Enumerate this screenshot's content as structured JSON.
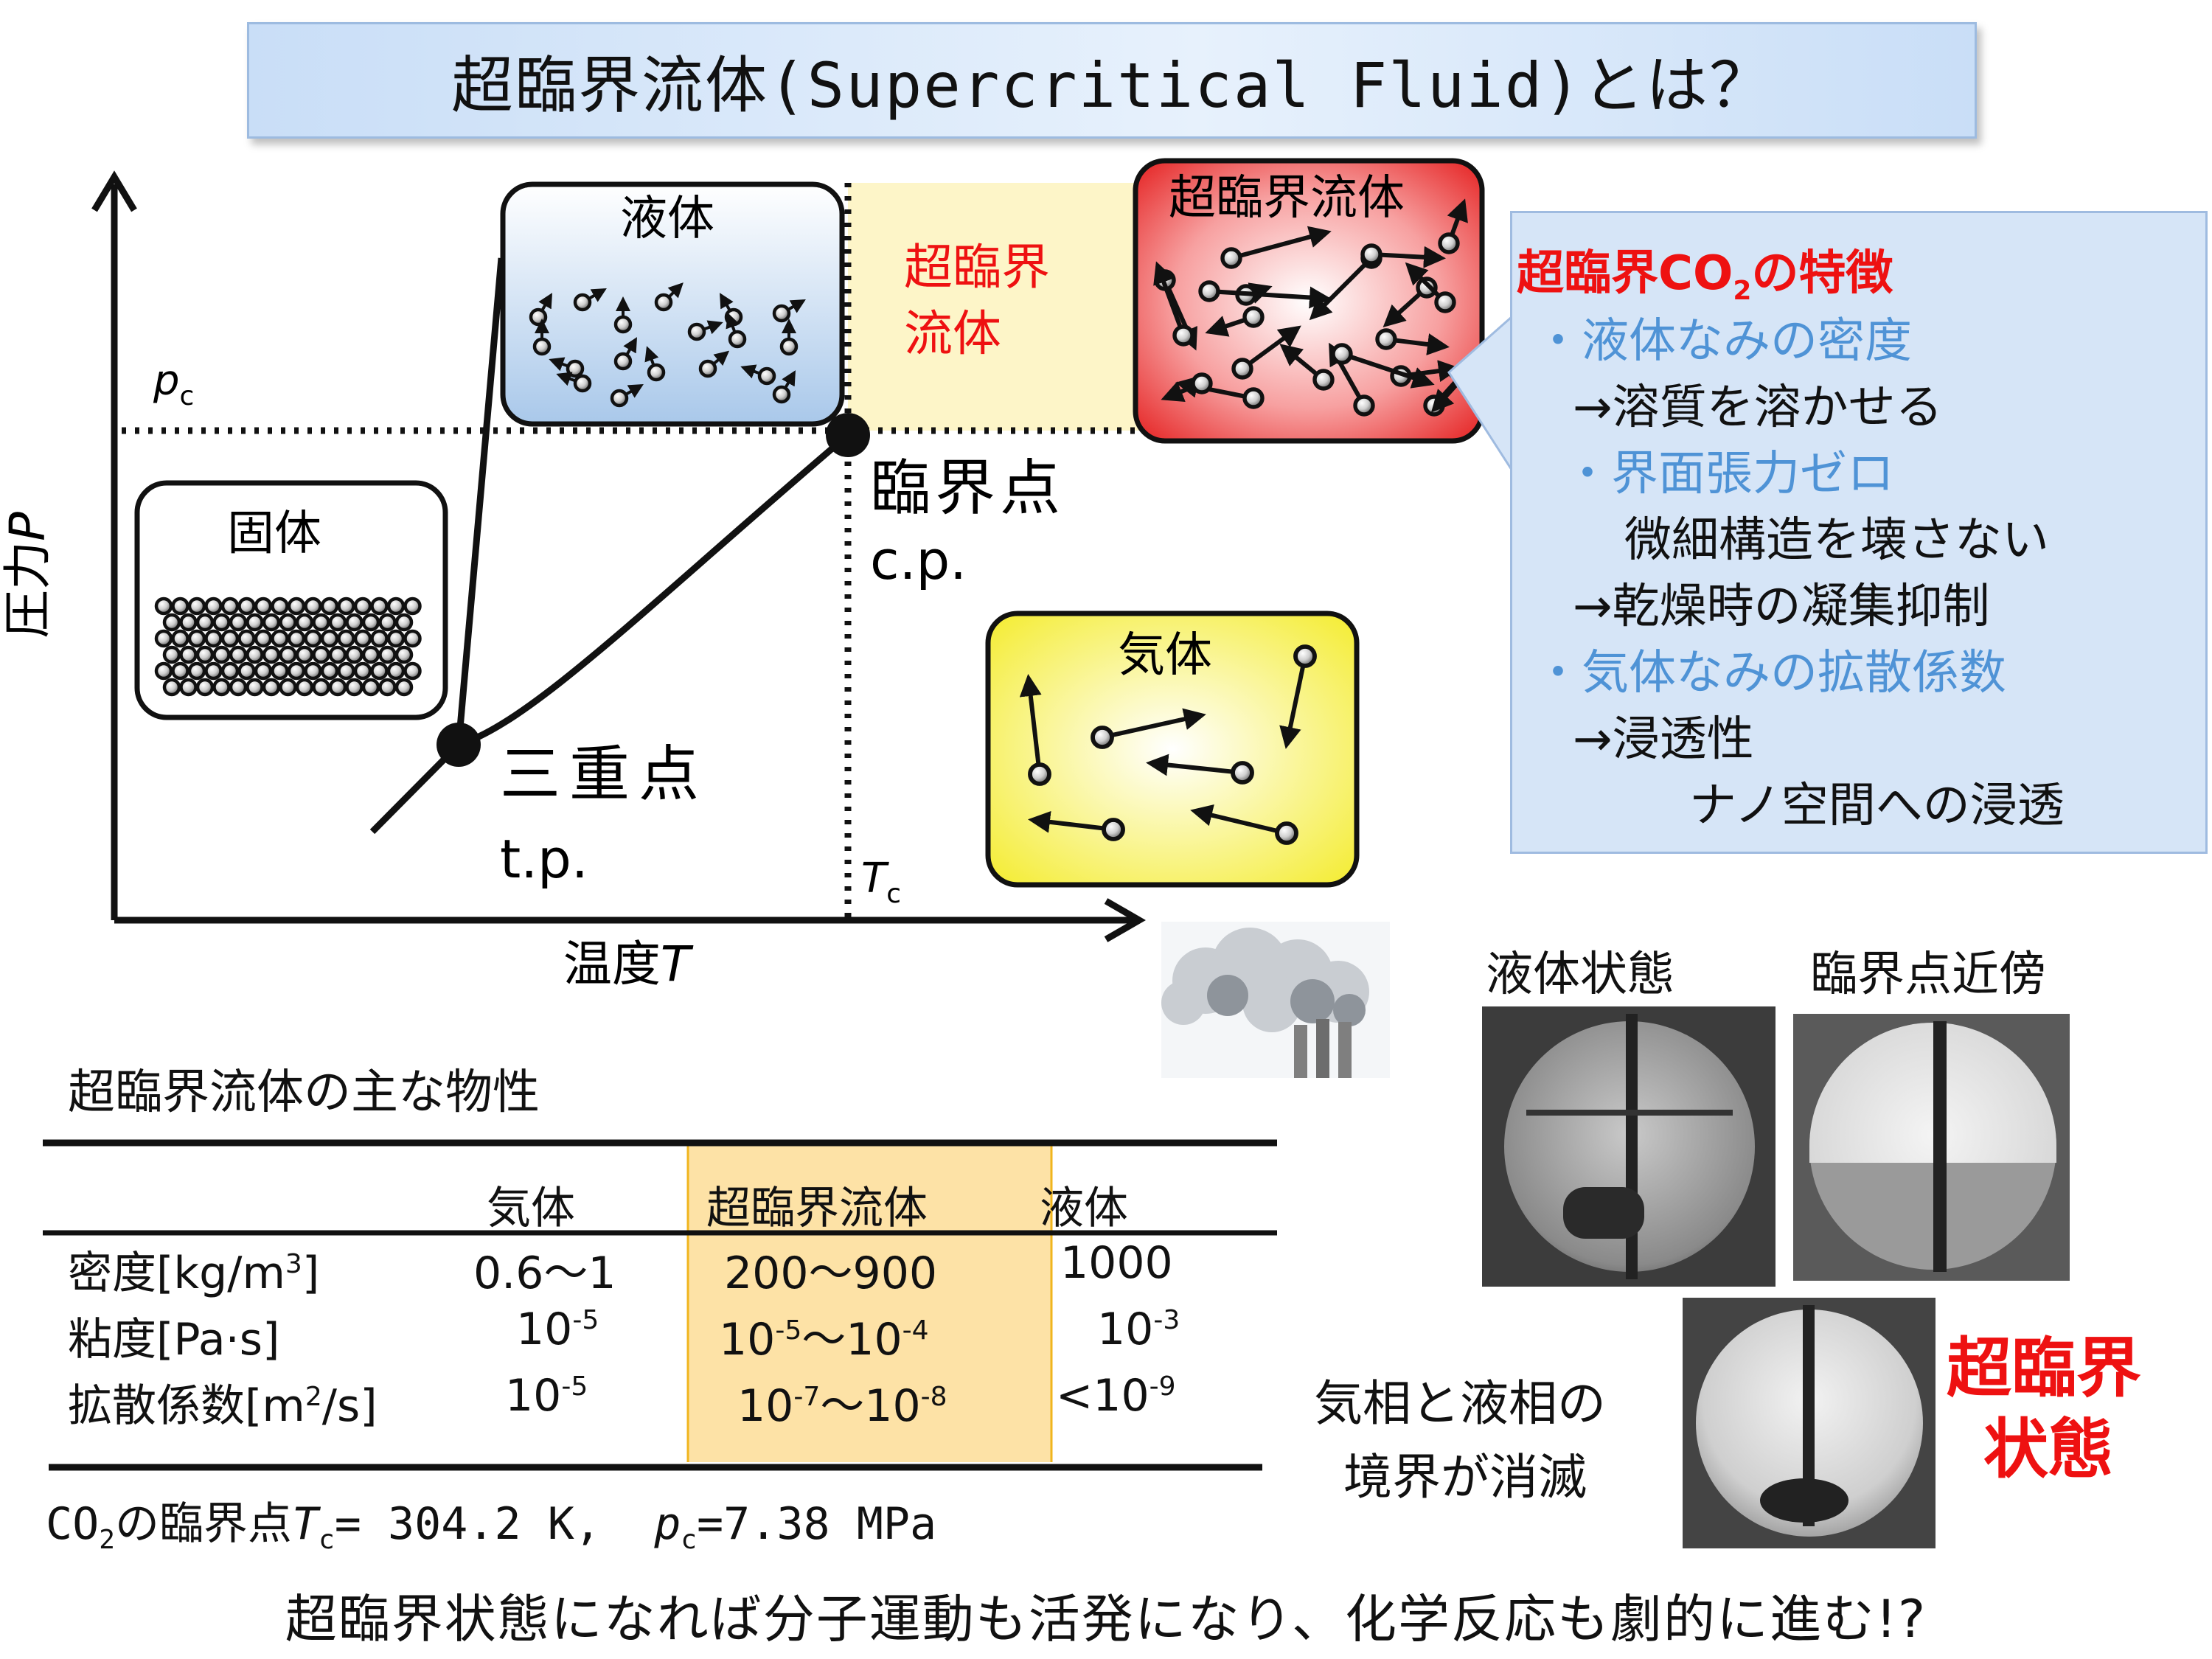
{
  "title": "超臨界流体(Supercritical Fluid)とは？",
  "phase_diagram": {
    "y_axis_label": "圧力",
    "y_axis_var": "P",
    "x_axis_label": "温度",
    "x_axis_var": "T",
    "pc_label": "p",
    "pc_sub": "c",
    "tc_label": "T",
    "tc_sub": "c",
    "solid_label": "固体",
    "liquid_label": "液体",
    "gas_label": "気体",
    "scf_box_label": "超臨界流体",
    "scf_region_label_1": "超臨界",
    "scf_region_label_2": "流体",
    "critical_point_label": "臨界点",
    "critical_point_abbr": "c.p.",
    "triple_point_label": "三重点",
    "triple_point_abbr": "t.p."
  },
  "features": {
    "heading": "超臨界CO",
    "heading_sub": "2",
    "heading_tail": "の特徴",
    "items": [
      "・液体なみの密度",
      "→溶質を溶かせる",
      "・界面張力ゼロ",
      "微細構造を壊さない",
      "→乾燥時の凝集抑制",
      "・気体なみの拡散係数",
      "→浸透性",
      "ナノ空間への浸透"
    ]
  },
  "properties_table": {
    "title": "超臨界流体の主な物性",
    "headers": [
      "気体",
      "超臨界流体",
      "液体"
    ],
    "rows": [
      {
        "name": "密度[kg/m",
        "name_sup": "3",
        "name_tail": "]",
        "gas": "0.6～1",
        "scf": "200～900",
        "liquid": "1000"
      },
      {
        "name": "粘度[Pa·s]",
        "gas_base": "10",
        "gas_exp": "-5",
        "scf_base1": "10",
        "scf_exp1": "-5",
        "scf_sep": "～",
        "scf_base2": "10",
        "scf_exp2": "-4",
        "liq_base": "10",
        "liq_exp": "-3"
      },
      {
        "name": "拡散係数[m",
        "name_sup": "2",
        "name_tail": "/s]",
        "gas_base": "10",
        "gas_exp": "-5",
        "scf_base1": "10",
        "scf_exp1": "-7",
        "scf_sep": "～",
        "scf_base2": "10",
        "scf_exp2": "-8",
        "liq_base": "<10",
        "liq_exp": "-9"
      }
    ],
    "note_pre": "CO",
    "note_sub": "2",
    "note_mid": "の臨界点",
    "note_tc": "T",
    "note_tc_sub": "c",
    "note_tc_val": "= 304.2 K,",
    "note_pc": "p",
    "note_pc_sub": "c",
    "note_pc_val": "=7.38 MPa"
  },
  "photos": {
    "liquid_state_label": "液体状態",
    "near_cp_label": "臨界点近傍",
    "caption_1": "気相と液相の",
    "caption_2": "境界が消滅",
    "sc_label_1": "超臨界",
    "sc_label_2": "状態"
  },
  "footer": "超臨界状態になれば分子運動も活発になり、化学反応も劇的に進む!?",
  "colors": {
    "scf_region": "#fdf5c8",
    "scf_box": "#ee3a3a",
    "gas_box": "#f7f15a",
    "liquid_box": "#b9d4ee",
    "table_highlight": "#fbd17a",
    "feature_box": "#d6e5f7"
  }
}
